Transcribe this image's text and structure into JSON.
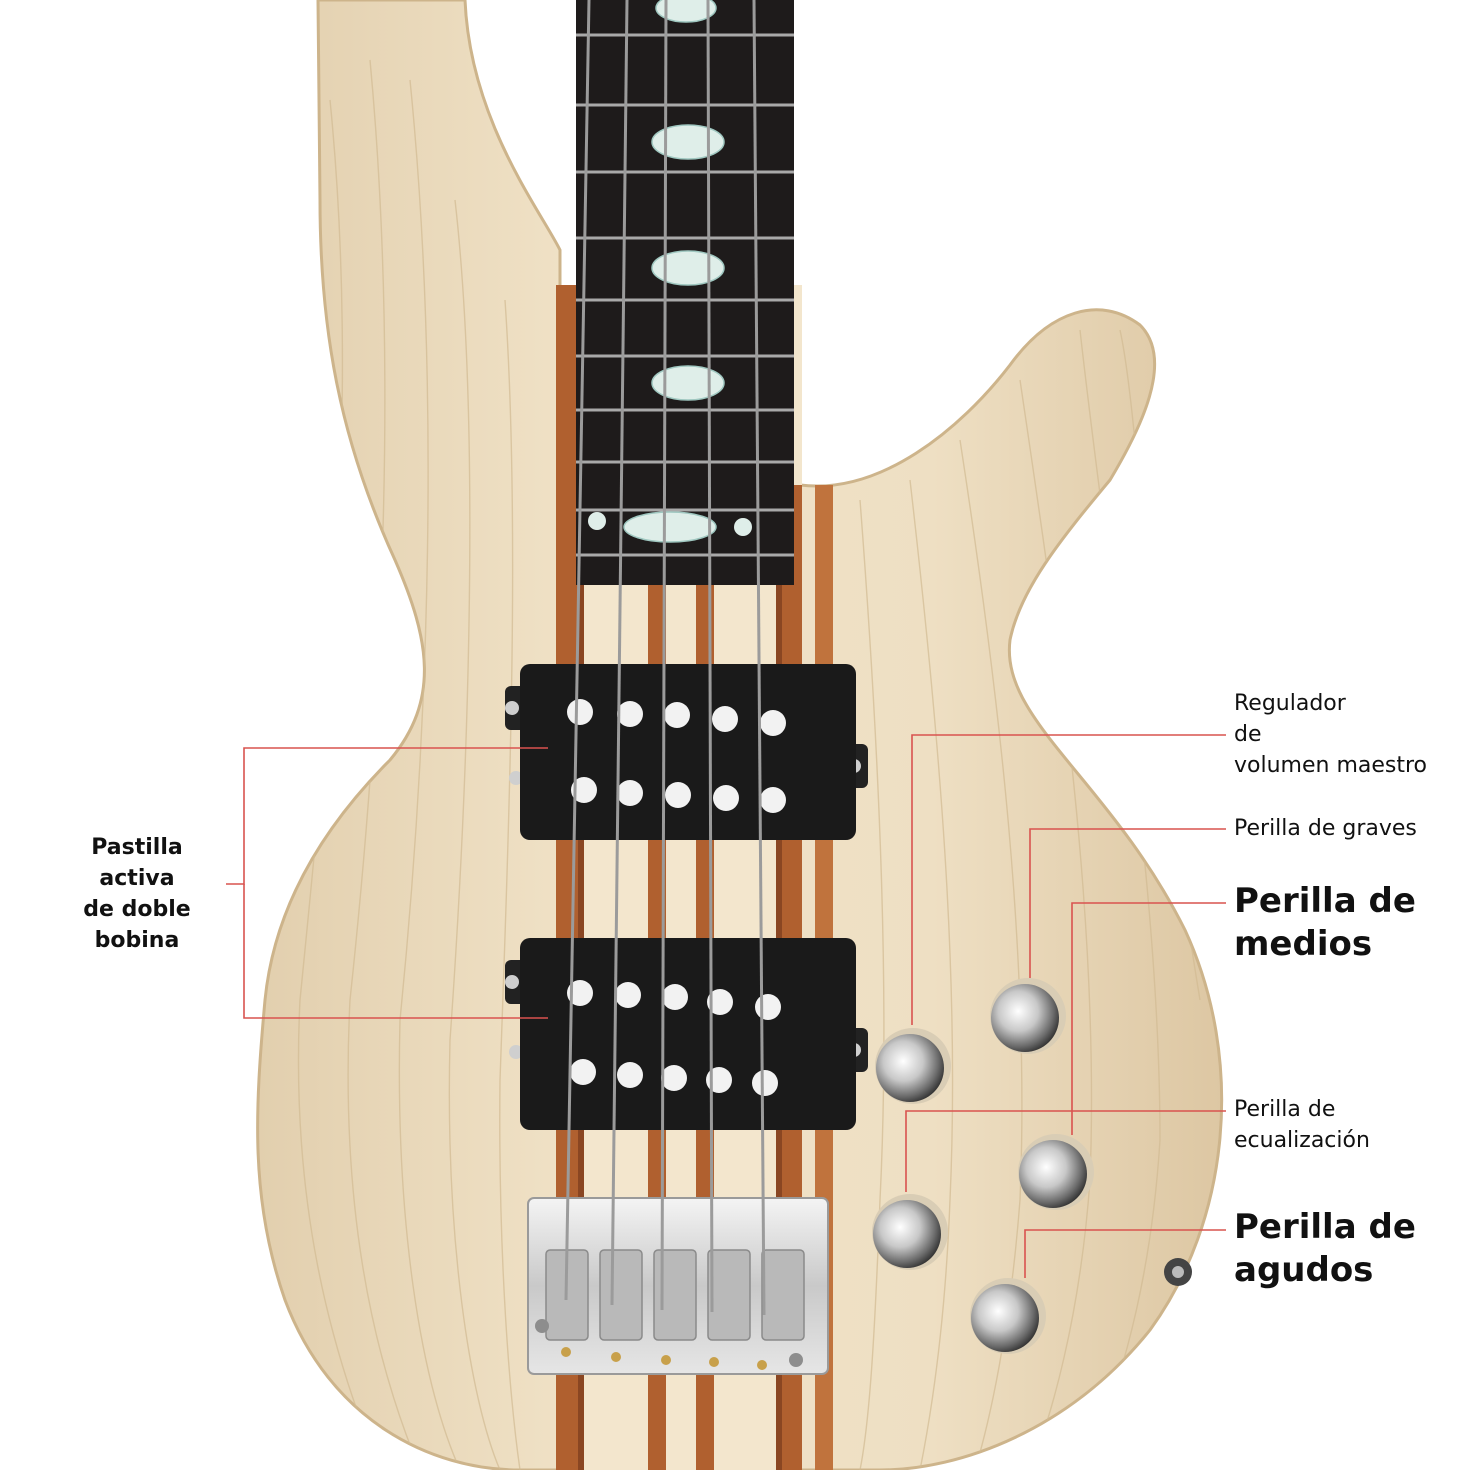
{
  "labels": {
    "pickup": {
      "lines": [
        "Pastilla activa",
        "de doble",
        "bobina"
      ]
    },
    "master_volume": {
      "lines": [
        "Regulador",
        "de",
        "volumen maestro"
      ]
    },
    "bass_knob": {
      "lines": [
        "Perilla de graves"
      ]
    },
    "mid_knob": {
      "lines": [
        "Perilla de",
        "medios"
      ]
    },
    "eq_knob": {
      "lines": [
        "Perilla de",
        "ecualización"
      ]
    },
    "treble_knob": {
      "lines": [
        "Perilla de",
        "agudos"
      ]
    }
  },
  "colors": {
    "background": "#ffffff",
    "body_wood": "#ecdcc0",
    "fretboard": "#1e1b1b",
    "pickup": "#1a1a1a",
    "callout_line": "#d9534f",
    "chrome": "#d8d8d8"
  }
}
